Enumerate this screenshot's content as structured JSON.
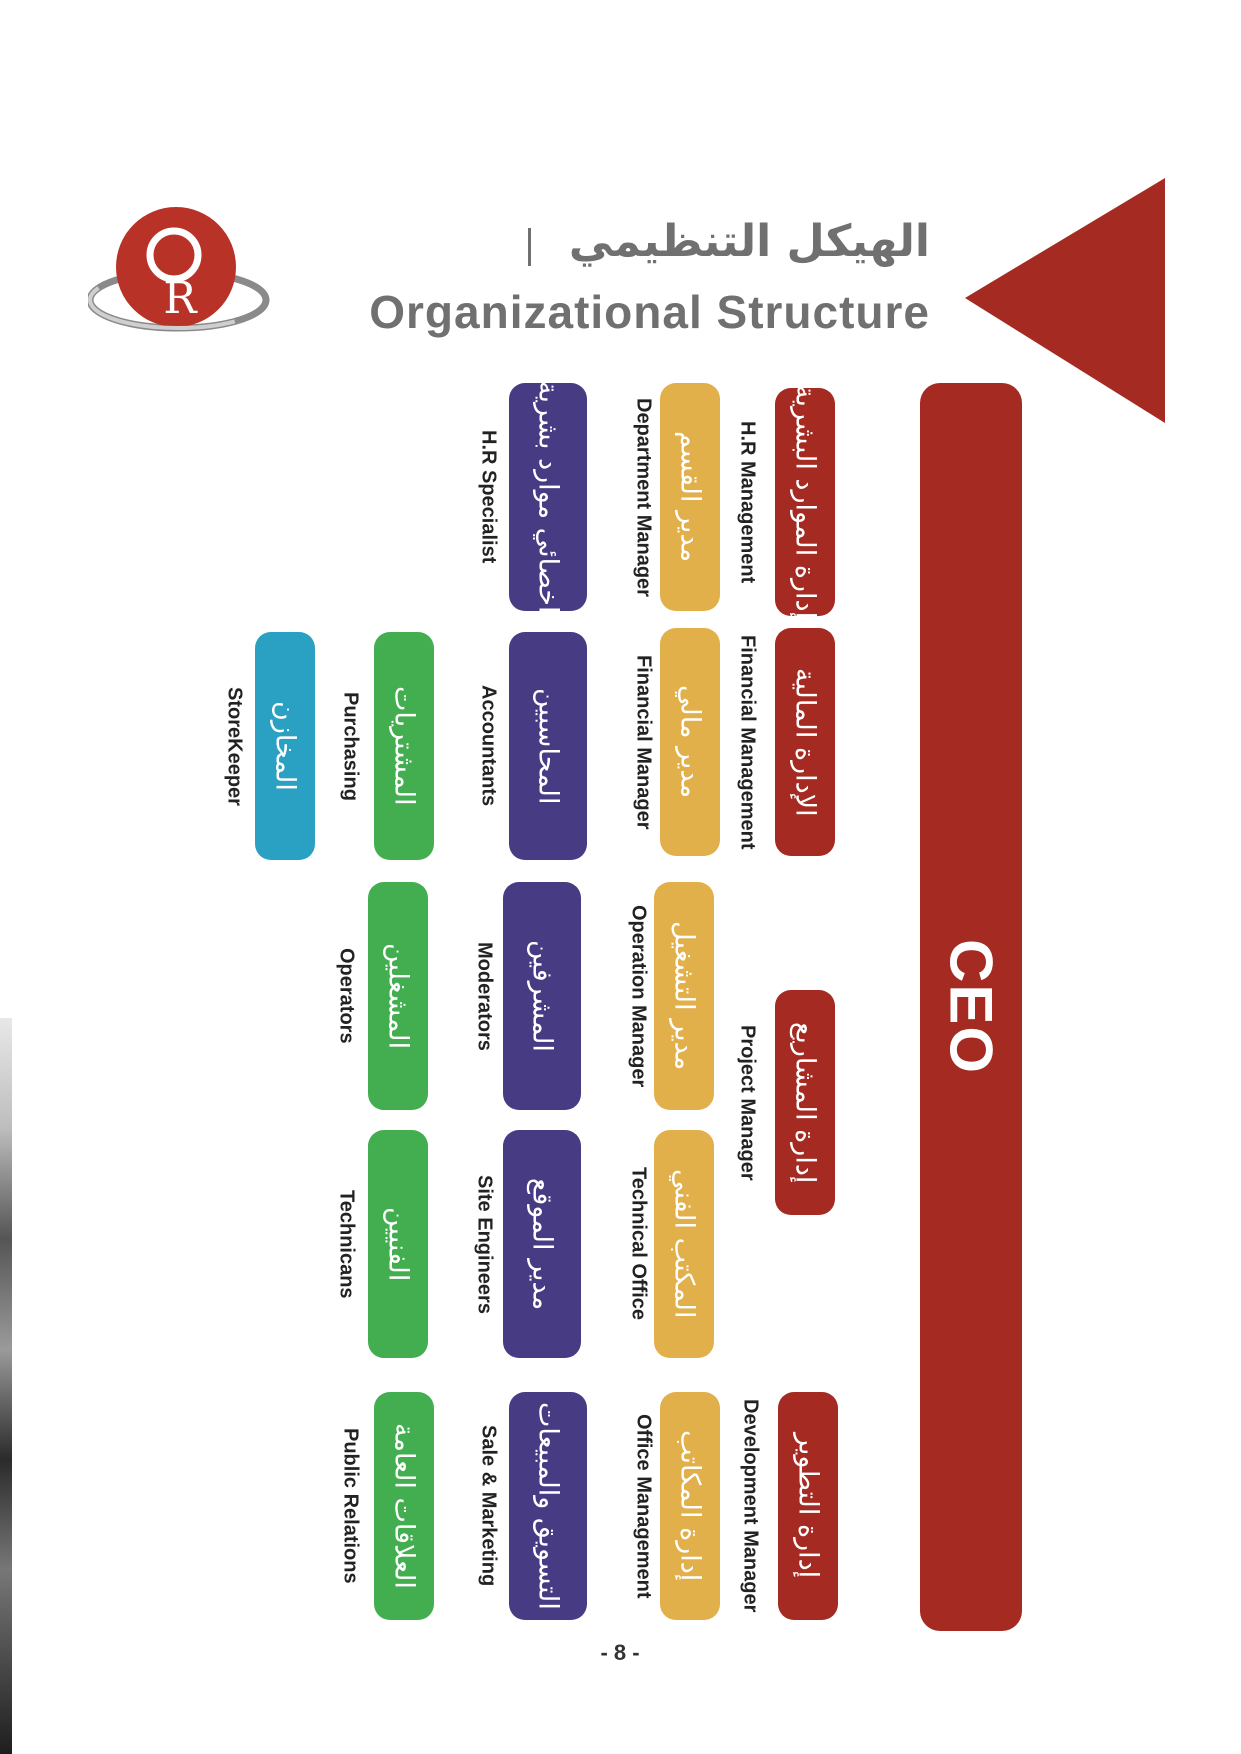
{
  "colors": {
    "red": "#A42A22",
    "yellow": "#E2B04A",
    "purple": "#473C83",
    "green": "#43AE50",
    "blue": "#2AA0C3",
    "title_gray": "#707070"
  },
  "header": {
    "title_ar": "الهيكل التنظيمي",
    "title_en": "Organizational  Structure",
    "logo_letter": "R"
  },
  "ceo": {
    "label": "CEO"
  },
  "level1": [
    {
      "ar": "إدارة الموارد البشرية",
      "en": "H.R Management"
    },
    {
      "ar": "الإدارة المالية",
      "en": "Financial Management"
    },
    {
      "ar": "إدارة المشاريع",
      "en": "Project Manager"
    },
    {
      "ar": "إدارة التطوير",
      "en": "Development Manager"
    }
  ],
  "level2": [
    {
      "ar": "مدير القسم",
      "en": "Department Manager"
    },
    {
      "ar": "مدير مالي",
      "en": "Financial Manager"
    },
    {
      "ar": "مدير التشغيل",
      "en": "Operation Manager"
    },
    {
      "ar": "المكتب الفني",
      "en": "Technical Office"
    },
    {
      "ar": "إدارة المكاتب",
      "en": "Office Management"
    }
  ],
  "level3": [
    {
      "ar": "اخصائي موارد بشرية",
      "en": "H.R Specialist"
    },
    {
      "ar": "المحاسبين",
      "en": "Accountants"
    },
    {
      "ar": "المشرفين",
      "en": "Moderators"
    },
    {
      "ar": "مدير الموقع",
      "en": "Site Engineers"
    },
    {
      "ar": "التسويق والمبيعات",
      "en": "Sale & Marketing"
    }
  ],
  "level4": [
    {
      "ar": "المشتريات",
      "en": "Purchasing"
    },
    {
      "ar": "المشغلين",
      "en": "Operators"
    },
    {
      "ar": "الفنيين",
      "en": "Technicans"
    },
    {
      "ar": "العلاقات العامة",
      "en": "Public Relations"
    }
  ],
  "level5": [
    {
      "ar": "المخازن",
      "en": "StoreKeeper"
    }
  ],
  "footer": {
    "page_number": "- 8 -"
  }
}
